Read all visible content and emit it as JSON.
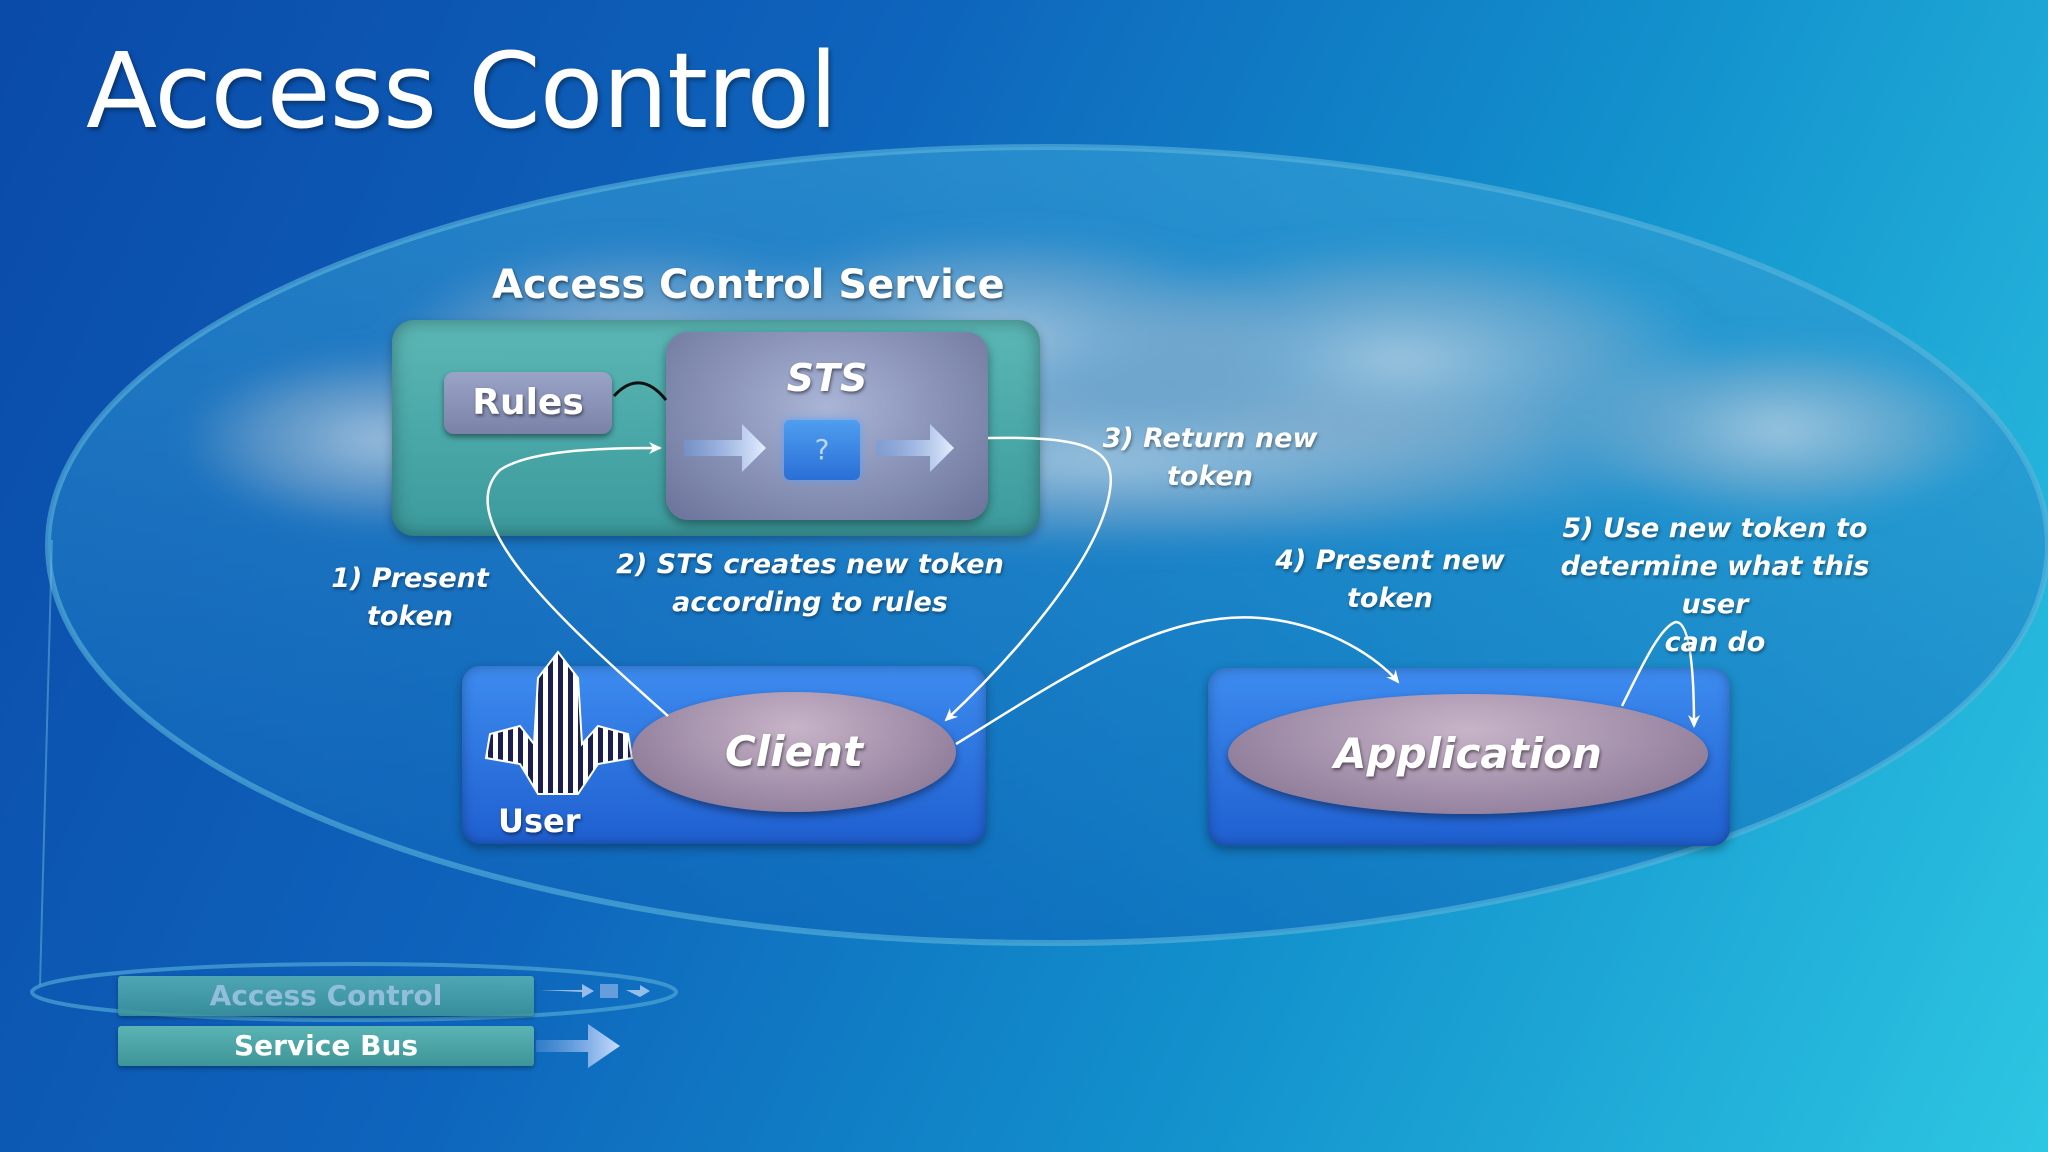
{
  "slide": {
    "title": "Access Control"
  },
  "diagram": {
    "service_title": "Access Control Service",
    "rules_label": "Rules",
    "sts_label": "STS",
    "sts_core_glyph": "?",
    "client_label": "Client",
    "user_label": "User",
    "application_label": "Application",
    "steps": {
      "s1_line1": "1) Present",
      "s1_line2": "token",
      "s2_line1": "2) STS creates new token",
      "s2_line2": "according to rules",
      "s3_line1": "3) Return new",
      "s3_line2": "token",
      "s4_line1": "4) Present new",
      "s4_line2": "token",
      "s5_line1": "5) Use new token to",
      "s5_line2": "determine what this user",
      "s5_line3": "can do"
    }
  },
  "legend": {
    "access_control": "Access Control",
    "service_bus": "Service Bus"
  },
  "colors": {
    "background_start": "#0a4aa8",
    "background_end": "#2dc6e2",
    "acs_panel": "#4aa8a9",
    "panel_blue": "#2f76e0",
    "oval": "#9d8aa6"
  }
}
